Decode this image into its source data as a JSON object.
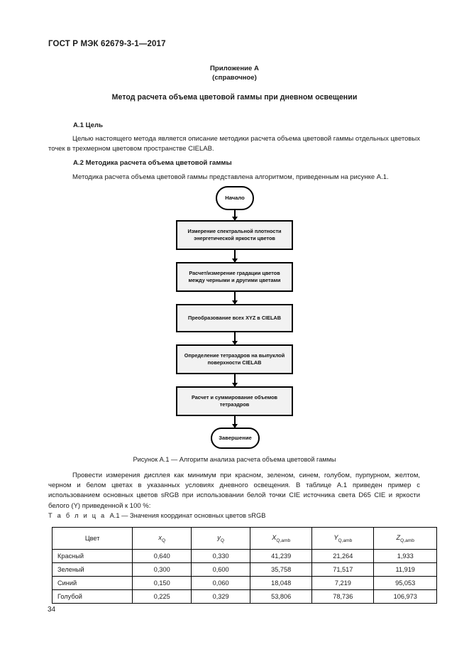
{
  "document": {
    "standard_number": "ГОСТ Р МЭК 62679-3-1—2017",
    "page_number": "34"
  },
  "annex": {
    "label": "Приложение А",
    "kind": "(справочное)",
    "title": "Метод расчета объема цветовой гаммы при дневном освещении"
  },
  "sections": [
    {
      "heading": "А.1 Цель",
      "body": "Целью настоящего метода является описание методики расчета объема цветовой гаммы отдельных цветовых точек в трехмерном цветовом пространстве CIELAB."
    },
    {
      "heading": "А.2 Методика расчета объема цветовой гаммы",
      "body": "Методика расчета объема цветовой гаммы представлена алгоритмом, приведенным на рисунке А.1."
    }
  ],
  "flowchart": {
    "nodes": [
      {
        "id": "start",
        "shape": "terminator",
        "text": "Начало"
      },
      {
        "id": "measure",
        "shape": "process",
        "text": "Измерение спектральной плотности энергетической яркости цветов"
      },
      {
        "id": "gradation",
        "shape": "process",
        "text": "Расчет/измерение градации цветов между черными и другими цветами"
      },
      {
        "id": "convert",
        "shape": "process",
        "text": "Преобразование всех XYZ в CIELAB"
      },
      {
        "id": "tetra",
        "shape": "process",
        "text": "Определение тетраэдров на выпуклой поверхности CIELAB"
      },
      {
        "id": "sum",
        "shape": "process",
        "text": "Расчет и суммирование объемов тетраэдров"
      },
      {
        "id": "end",
        "shape": "terminator",
        "text": "Завершение"
      }
    ],
    "caption": "Рисунок А.1 — Алгоритм анализа расчета объема цветовой гаммы"
  },
  "measurement_note": "Провести измерения дисплея как минимум при красном, зеленом, синем, голубом, пурпурном, желтом, черном и белом цветах в указанных условиях дневного освещения. В таблице А.1 приведен пример с использованием основных цветов sRGB при использовании белой точки CIE источника света D65 CIE и яркости белого (Y) приведенной к 100 %:",
  "table": {
    "caption_prefix": "Т а б л и ц а",
    "caption_rest": "А.1 — Значения координат основных цветов sRGB",
    "headers": [
      {
        "sym": "Цвет",
        "sub": ""
      },
      {
        "sym": "x",
        "sub": "Q"
      },
      {
        "sym": "y",
        "sub": "Q"
      },
      {
        "sym": "X",
        "sub": "Q,amb"
      },
      {
        "sym": "Y",
        "sub": "Q,amb"
      },
      {
        "sym": "Z",
        "sub": "Q,amb"
      }
    ],
    "rows": [
      {
        "color": "Красный",
        "xq": "0,640",
        "yq": "0,330",
        "Xqamb": "41,239",
        "Yqamb": "21,264",
        "Zqamb": "1,933"
      },
      {
        "color": "Зеленый",
        "xq": "0,300",
        "yq": "0,600",
        "Xqamb": "35,758",
        "Yqamb": "71,517",
        "Zqamb": "11,919"
      },
      {
        "color": "Синий",
        "xq": "0,150",
        "yq": "0,060",
        "Xqamb": "18,048",
        "Yqamb": "7,219",
        "Zqamb": "95,053"
      },
      {
        "color": "Голубой",
        "xq": "0,225",
        "yq": "0,329",
        "Xqamb": "53,806",
        "Yqamb": "78,736",
        "Zqamb": "106,973"
      }
    ]
  },
  "colors": {
    "text": "#1a1a1a",
    "rule": "#000000",
    "node_fill": "#f2f2f2"
  }
}
